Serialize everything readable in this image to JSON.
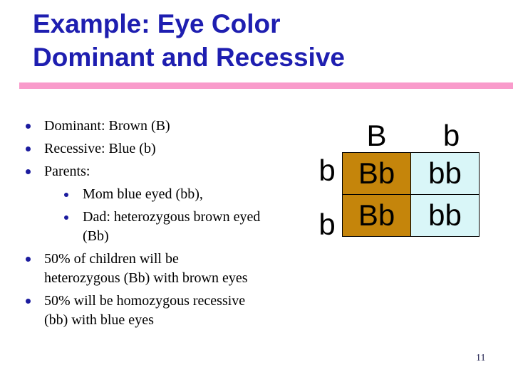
{
  "slide": {
    "title_line1": "Example: Eye Color",
    "title_line2": "Dominant and Recessive",
    "page_number": "11"
  },
  "colors": {
    "title_blue": "#1e1eb0",
    "bullet_dot_blue": "#1b1b9e",
    "divider_pink": "#f99bcb",
    "brown_eyes_cell": "#c5850b",
    "blue_eyes_cell": "#d9f6f8",
    "body_text": "#000000"
  },
  "bullets": [
    {
      "level": 1,
      "text": "Dominant: Brown (B)"
    },
    {
      "level": 1,
      "text": "Recessive: Blue (b)"
    },
    {
      "level": 1,
      "text": "Parents:"
    },
    {
      "level": 2,
      "text": "Mom blue eyed (bb),"
    },
    {
      "level": 2,
      "text": "Dad: heterozygous brown eyed\n(Bb)"
    },
    {
      "level": 1,
      "text": "50% of children will be\nheterozygous (Bb) with brown eyes"
    },
    {
      "level": 1,
      "text": "50% will be homozygous recessive\n(bb) with blue eyes"
    }
  ],
  "punnett": {
    "col_headers": [
      "B",
      "b"
    ],
    "row_headers": [
      "b",
      "b"
    ],
    "cells": [
      [
        "Bb",
        "bb"
      ],
      [
        "Bb",
        "bb"
      ]
    ]
  }
}
